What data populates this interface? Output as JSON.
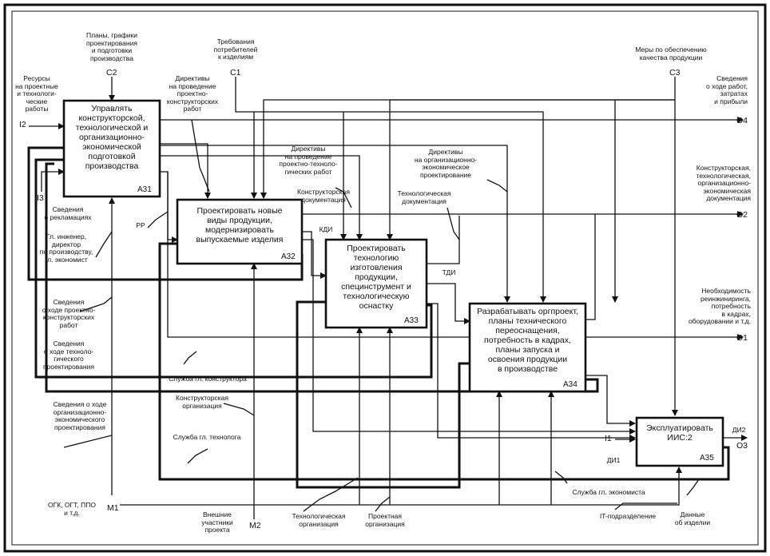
{
  "controls": {
    "c2": {
      "code": "C2",
      "label": "Планы, графики\nпроектирования\nи подготовки\nпроизводства"
    },
    "c1": {
      "code": "C1",
      "label": "Требования\nпотребителей\nк изделиям"
    },
    "c3": {
      "code": "C3",
      "label": "Меры по обеспечению\nкачества продукции"
    }
  },
  "inputs": {
    "i2": {
      "code": "I2",
      "label": "Ресурсы\nна проектные\nи технологи-\nческие\nработы"
    },
    "i3": {
      "code": "I3",
      "label": "Сведения\nо рекламациях"
    },
    "i1": {
      "code": "I1",
      "sub": "ДИ1"
    }
  },
  "outputs": {
    "o4": {
      "code": "O4",
      "label": "Сведения\nо ходе работ,\nзатратах\nи прибыли"
    },
    "o2": {
      "code": "O2",
      "label": "Конструкторская,\nтехнологическая,\nорганизационно-\nэкономическая\nдокументация"
    },
    "o1": {
      "code": "O1",
      "label": "Необходимость\nреинжиниринга,\nпотребность\nв кадрах,\nоборудовании и т.д."
    },
    "o3": {
      "code": "O3",
      "sub": "ДИ2"
    }
  },
  "mechanisms": {
    "m1": {
      "code": "M1",
      "label": "ОГК, ОГТ, ППО\nи т.д."
    },
    "m2": {
      "code": "M2",
      "label": "Внешние\nучастники\nпроекта"
    }
  },
  "boxes": [
    {
      "id": "A31",
      "text": "Управлять\nконструкторской,\nтехнологической и\nорганизационно-\nэкономической\nподготовкой\nпроизводства"
    },
    {
      "id": "A32",
      "text": "Проектировать новые\nвиды продукции,\nмодернизировать\nвыпускаемые изделия"
    },
    {
      "id": "A33",
      "text": "Проектировать\nтехнологию\nизготовления\nпродукции,\nспецинструмент и\nтехнологическую\nоснастку"
    },
    {
      "id": "A34",
      "text": "Разрабатывать оргпроект,\nпланы технического\nпереоснащения,\nпотребность в кадрах,\nпланы запуска и\nосвоения продукции\nв производстве"
    },
    {
      "id": "A35",
      "text": "Эксплуатировать\nИИС:2"
    }
  ],
  "arrow_labels": {
    "dir_a32": "Директивы\nна проведение\nпроектно-\nконструкторских\nработ",
    "dir_a33": "Директивы\nна проведение\nпроектно-техноло-\nгических работ",
    "dir_a34": "Директивы\nна организационно-\nэкономическое\nпроектирование",
    "konstr_doc": "Конструкторская\nдокументация",
    "tech_doc": "Технологическая\nдокументация",
    "kdi": "КДИ",
    "tdi": "ТДИ",
    "pp": "РР",
    "gl_eng": "Гл. инженер,\nдиректор\nпо производству,\nгл. экономист",
    "svod_konstr": "Сведения\nо ходе проектно-\nконструкторских\nработ",
    "svod_tech": "Сведения\nо ходе техноло-\nгического\nпроектирования",
    "svod_org": "Сведения о ходе\nорганизационно-\nэкономического\nпроектирования",
    "sl_konstr": "Служба гл. конструктора",
    "konstr_org": "Конструкторская\nорганизация",
    "sl_tech": "Служба гл. технолога",
    "tech_org": "Технологическая\nорганизация",
    "proj_org": "Проектная\nорганизация",
    "sl_econ": "Служба гл. экономиста",
    "it": "IT-подразделение",
    "data_izd": "Данные\nоб изделии"
  }
}
